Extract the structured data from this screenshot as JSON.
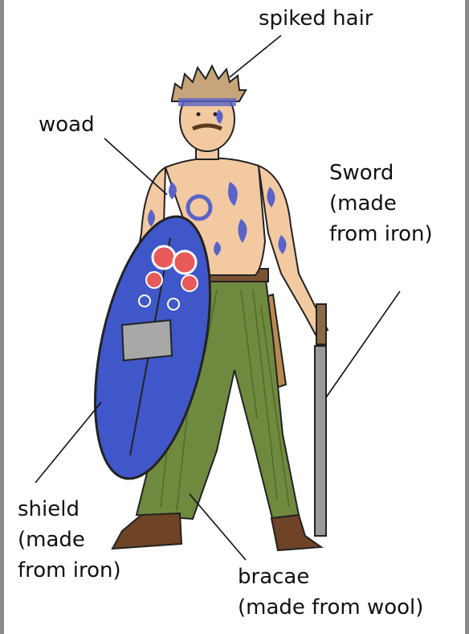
{
  "labels": {
    "hair": "spiked hair",
    "woad": "woad",
    "sword_1": "Sword",
    "sword_2": "(made",
    "sword_3": "from iron)",
    "shield_1": "shield",
    "shield_2": "(made",
    "shield_3": "from iron)",
    "bracae_1": "bracae",
    "bracae_2": "(made from wool)"
  },
  "colors": {
    "frame": "#8a8a8a",
    "skin": "#f2c9a0",
    "woad": "#5a63c8",
    "trousers": "#6f8a3e",
    "shield": "#3f57c9",
    "boots": "#6e4326",
    "sword": "#9a9a9a"
  }
}
